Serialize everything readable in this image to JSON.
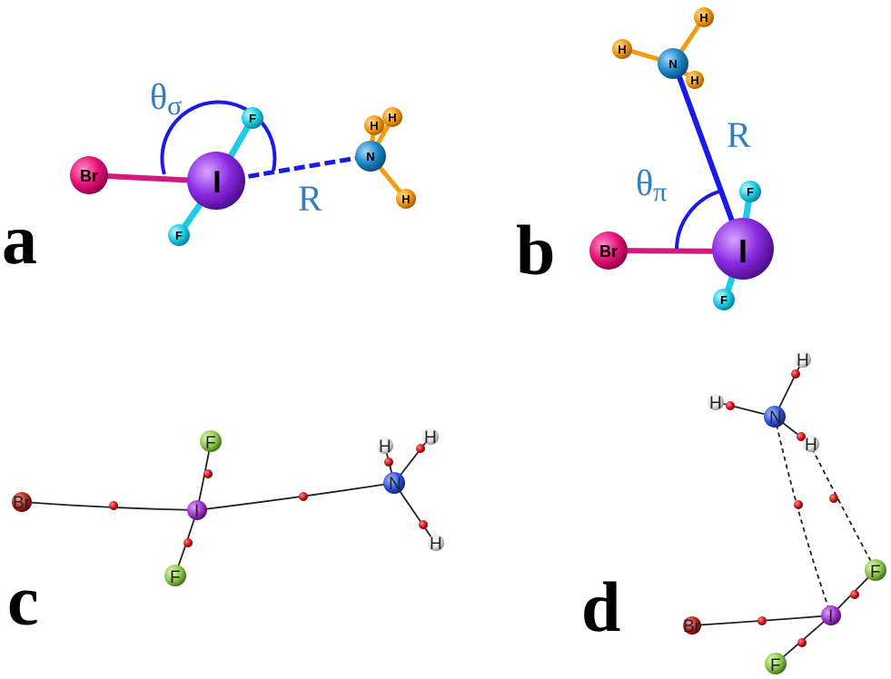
{
  "panels": [
    {
      "letter": "a",
      "atoms": {
        "br": "Br",
        "i": "I",
        "f1": "F",
        "f2": "F",
        "n": "N",
        "h1": "H",
        "h2": "H",
        "h3": "H"
      },
      "annotations": {
        "theta_main": "θ",
        "theta_sub": "σ",
        "r": "R"
      }
    },
    {
      "letter": "b",
      "atoms": {
        "br": "Br",
        "i": "I",
        "f1": "F",
        "f2": "F",
        "n": "N",
        "h1": "H",
        "h2": "H",
        "h3": "H"
      },
      "annotations": {
        "theta_main": "θ",
        "theta_sub": "π",
        "r": "R"
      }
    },
    {
      "letter": "c",
      "atoms": {
        "br": "Br",
        "i": "I",
        "f1": "F",
        "f2": "F",
        "n": "N",
        "h1": "H",
        "h2": "H",
        "h3": "H"
      }
    },
    {
      "letter": "d",
      "atoms": {
        "br": "Br",
        "i": "I",
        "f1": "F",
        "f2": "F",
        "n": "N",
        "h1": "H",
        "h2": "H",
        "h3": "H"
      }
    }
  ],
  "colors": {
    "bromine": "#e8147a",
    "iodine": "#8a2be2",
    "fluorine_ab": "#1ecbe6",
    "nitrogen_ab": "#1e88c8",
    "hydrogen_ab": "#f39c12",
    "bond_highlight": "#1a1ae6",
    "annotation_text": "#2f7fc1",
    "bromine_c": "#b22222",
    "fluorine_c": "#8bc34a",
    "nitrogen_c": "#2f4fd8",
    "hydrogen_c": "#eeeeee",
    "critical_point": "#cc1111"
  }
}
